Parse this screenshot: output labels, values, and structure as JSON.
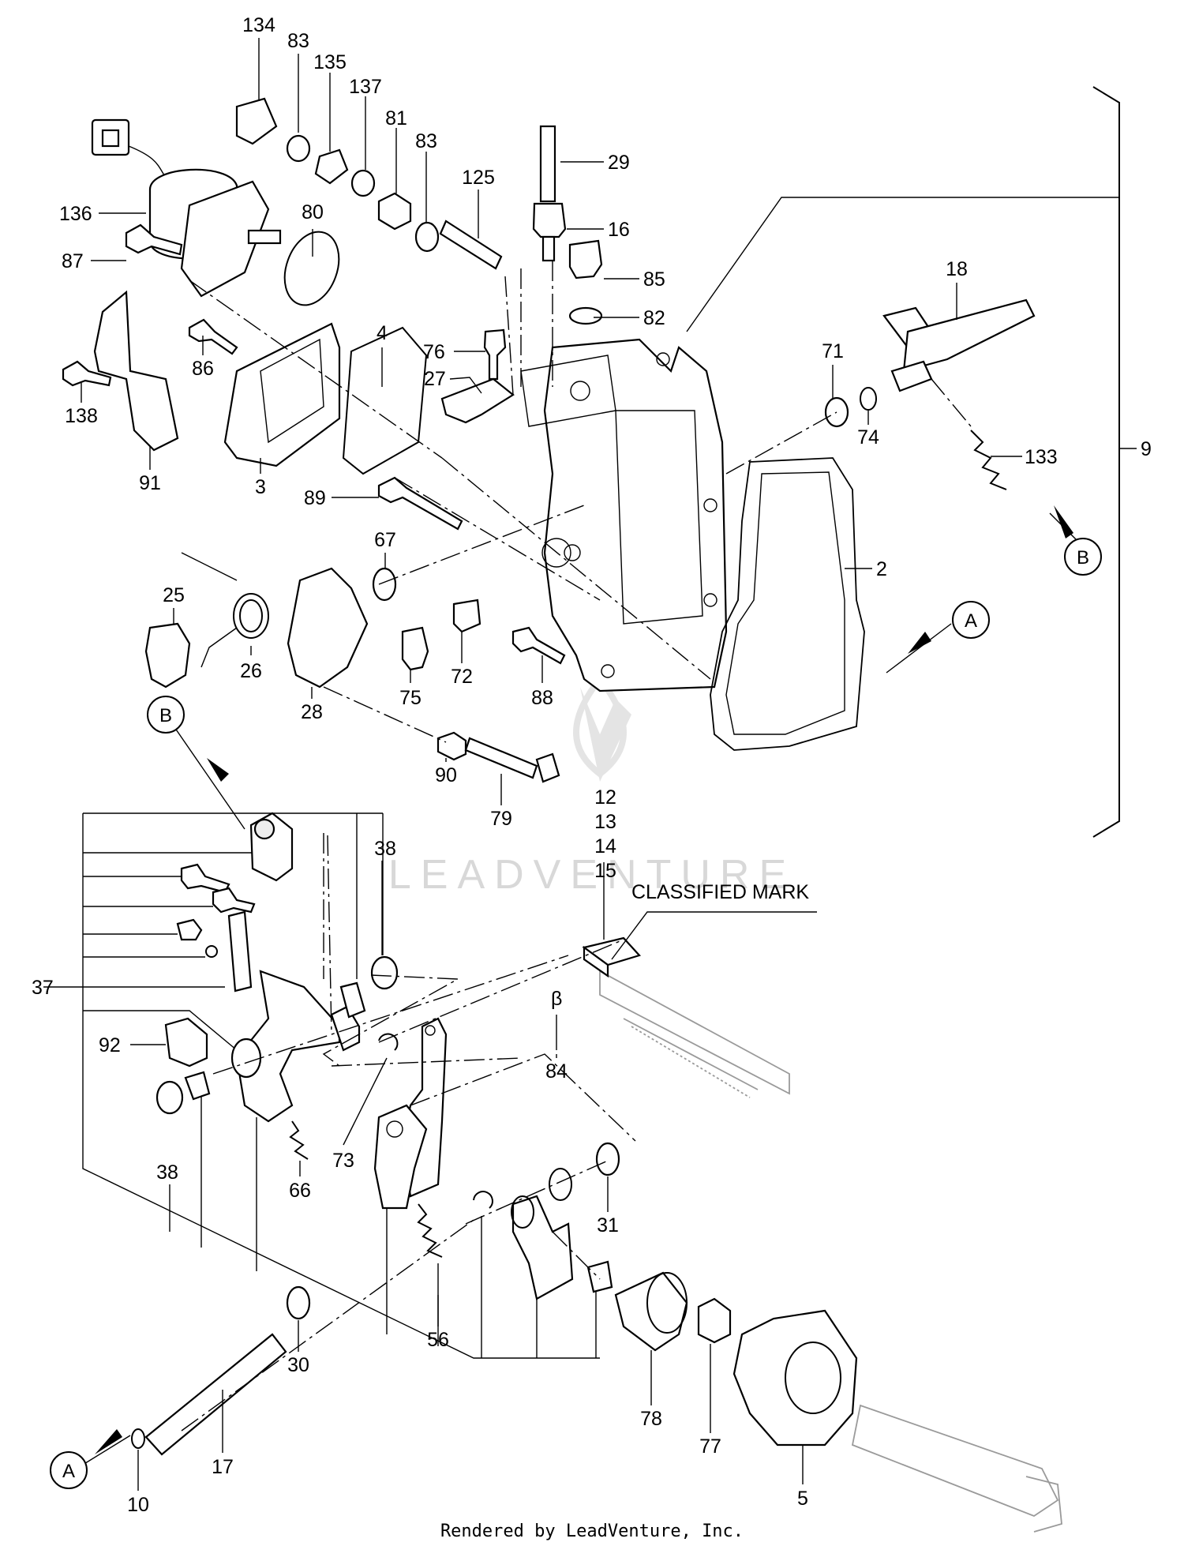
{
  "labels": [
    {
      "id": "134",
      "text": "134"
    },
    {
      "id": "83a",
      "text": "83"
    },
    {
      "id": "135",
      "text": "135"
    },
    {
      "id": "137",
      "text": "137"
    },
    {
      "id": "81",
      "text": "81"
    },
    {
      "id": "83b",
      "text": "83"
    },
    {
      "id": "125",
      "text": "125"
    },
    {
      "id": "29",
      "text": "29"
    },
    {
      "id": "16",
      "text": "16"
    },
    {
      "id": "136",
      "text": "136"
    },
    {
      "id": "80",
      "text": "80"
    },
    {
      "id": "87",
      "text": "87"
    },
    {
      "id": "85",
      "text": "85"
    },
    {
      "id": "82",
      "text": "82"
    },
    {
      "id": "18",
      "text": "18"
    },
    {
      "id": "4",
      "text": "4"
    },
    {
      "id": "76",
      "text": "76"
    },
    {
      "id": "86",
      "text": "86"
    },
    {
      "id": "27",
      "text": "27"
    },
    {
      "id": "71",
      "text": "71"
    },
    {
      "id": "138",
      "text": "138"
    },
    {
      "id": "74",
      "text": "74"
    },
    {
      "id": "133",
      "text": "133"
    },
    {
      "id": "9",
      "text": "9"
    },
    {
      "id": "91",
      "text": "91"
    },
    {
      "id": "3",
      "text": "3"
    },
    {
      "id": "89",
      "text": "89"
    },
    {
      "id": "67",
      "text": "67"
    },
    {
      "id": "2",
      "text": "2"
    },
    {
      "id": "25",
      "text": "25"
    },
    {
      "id": "26",
      "text": "26"
    },
    {
      "id": "72",
      "text": "72"
    },
    {
      "id": "75",
      "text": "75"
    },
    {
      "id": "88",
      "text": "88"
    },
    {
      "id": "28",
      "text": "28"
    },
    {
      "id": "90",
      "text": "90"
    },
    {
      "id": "79",
      "text": "79"
    },
    {
      "id": "12",
      "text": "12"
    },
    {
      "id": "13",
      "text": "13"
    },
    {
      "id": "14",
      "text": "14"
    },
    {
      "id": "15",
      "text": "15"
    },
    {
      "id": "38a",
      "text": "38"
    },
    {
      "id": "37",
      "text": "37"
    },
    {
      "id": "92",
      "text": "92"
    },
    {
      "id": "84",
      "text": "84"
    },
    {
      "id": "73",
      "text": "73"
    },
    {
      "id": "38b",
      "text": "38"
    },
    {
      "id": "66",
      "text": "66"
    },
    {
      "id": "31",
      "text": "31"
    },
    {
      "id": "56",
      "text": "56"
    },
    {
      "id": "30",
      "text": "30"
    },
    {
      "id": "78",
      "text": "78"
    },
    {
      "id": "77",
      "text": "77"
    },
    {
      "id": "17",
      "text": "17"
    },
    {
      "id": "10",
      "text": "10"
    },
    {
      "id": "5",
      "text": "5"
    }
  ],
  "callouts": [
    {
      "id": "B-top",
      "text": "B"
    },
    {
      "id": "A-right",
      "text": "A"
    },
    {
      "id": "B-left",
      "text": "B"
    },
    {
      "id": "A-bottom",
      "text": "A"
    }
  ],
  "notes": {
    "classified_mark": "CLASSIFIED MARK",
    "beta_symbol": "β"
  },
  "watermark": "LEADVENTURE",
  "footer": "Rendered by LeadVenture, Inc."
}
